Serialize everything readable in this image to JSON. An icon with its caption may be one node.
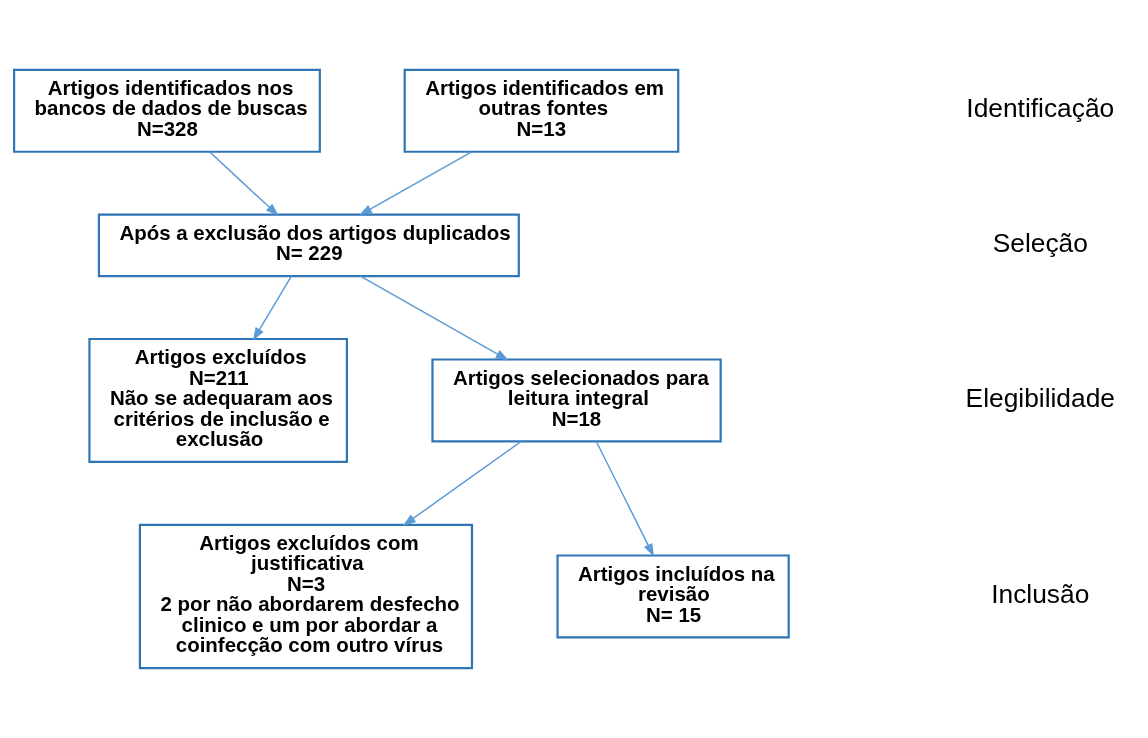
{
  "diagram": {
    "nodes": [
      {
        "text": [
          "Artigos identificados nos bancos de dados de buscas",
          "N=328"
        ]
      },
      {
        "text": [
          "Artigos identificados em outras fontes",
          "N=13"
        ]
      },
      {
        "text": [
          "Após a exclusão dos artigos duplicados",
          "N= 229"
        ]
      },
      {
        "text": [
          "Artigos excluídos",
          "N=211",
          "Não se adequaram aos critérios de inclusão e exclusão"
        ]
      },
      {
        "text": [
          "Artigos selecionados para leitura integral",
          "N=18"
        ]
      },
      {
        "text": [
          "Artigos excluídos com justificativa",
          "N=3",
          "2 por não abordarem desfecho clinico e um por abordar a coinfecção com outro vírus"
        ]
      },
      {
        "text": [
          "Artigos incluídos na revisão",
          "N= 15"
        ]
      }
    ],
    "edges": [
      {
        "from": 0,
        "to": 2,
        "arrow": "to"
      },
      {
        "from": 1,
        "to": 2,
        "arrow": "to"
      },
      {
        "from": 2,
        "to": 3,
        "arrow": "to"
      },
      {
        "from": 2,
        "to": 4,
        "arrow": "to"
      },
      {
        "from": 4,
        "to": 5,
        "arrow": "to"
      },
      {
        "from": 4,
        "to": 6,
        "arrow": "to"
      }
    ],
    "labels": [
      "Identificação",
      "Seleção",
      "Elegibilidade",
      "Inclusão"
    ]
  }
}
